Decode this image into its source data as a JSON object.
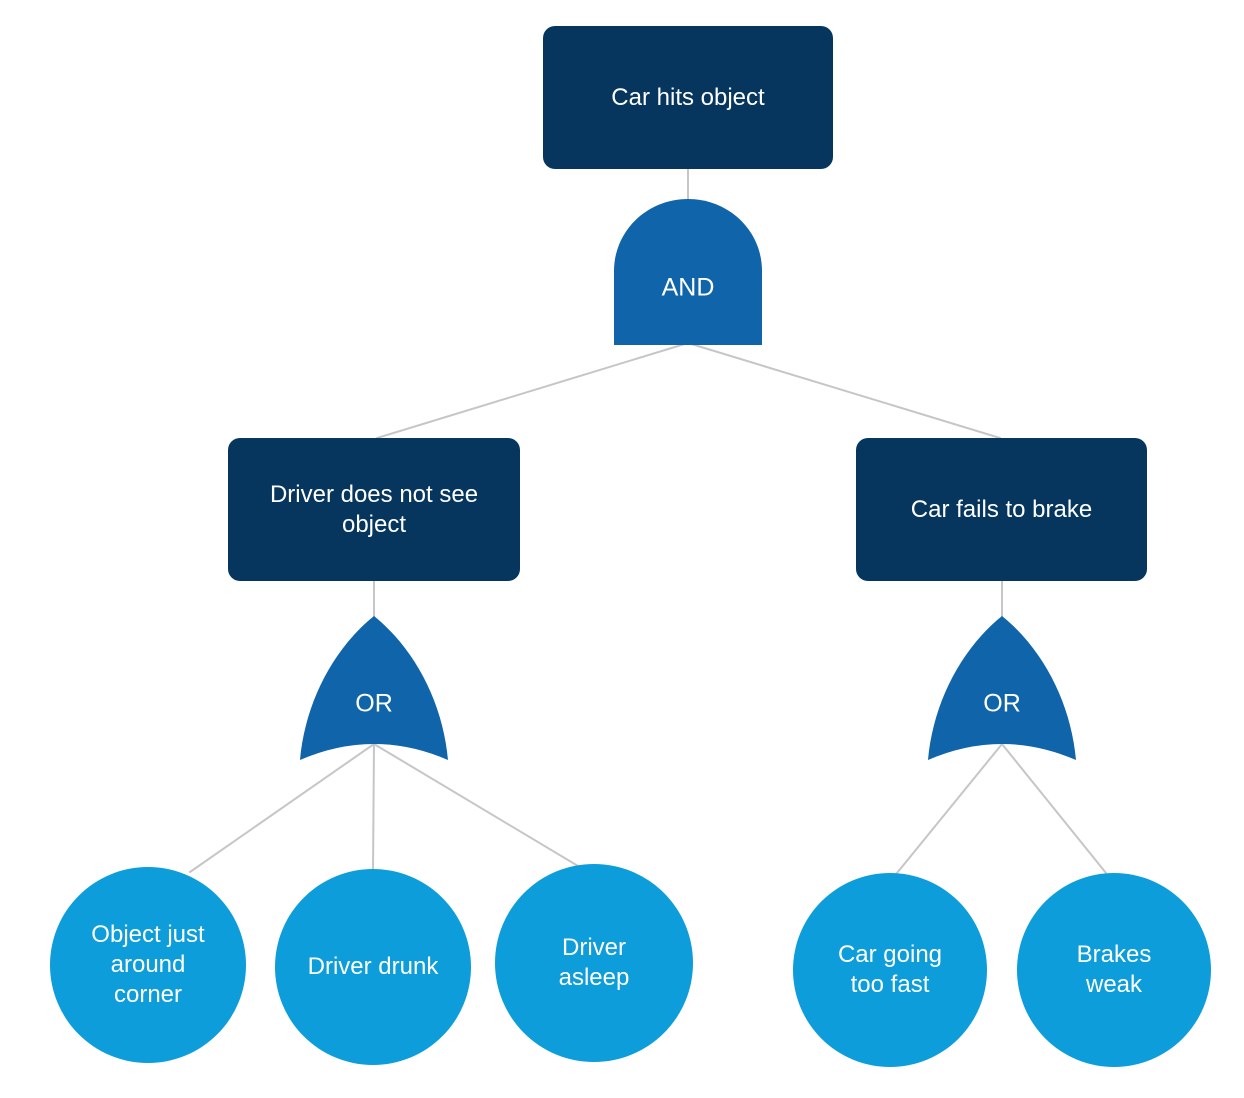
{
  "diagram_type": "fault-tree",
  "colors": {
    "event_box_fill": "#06365e",
    "gate_fill": "#1064a9",
    "basic_event_fill": "#0d9dda",
    "connector": "#c6c6c6",
    "text": "#ffffff",
    "background": "#ffffff"
  },
  "tree": {
    "top_event": "Car hits object",
    "top_gate": "AND",
    "branches": [
      {
        "event": "Driver does not see object",
        "gate": "OR",
        "causes": [
          "Object just around corner",
          "Driver drunk",
          "Driver asleep"
        ]
      },
      {
        "event": "Car fails to brake",
        "gate": "OR",
        "causes": [
          "Car going too fast",
          "Brakes weak"
        ]
      }
    ]
  }
}
